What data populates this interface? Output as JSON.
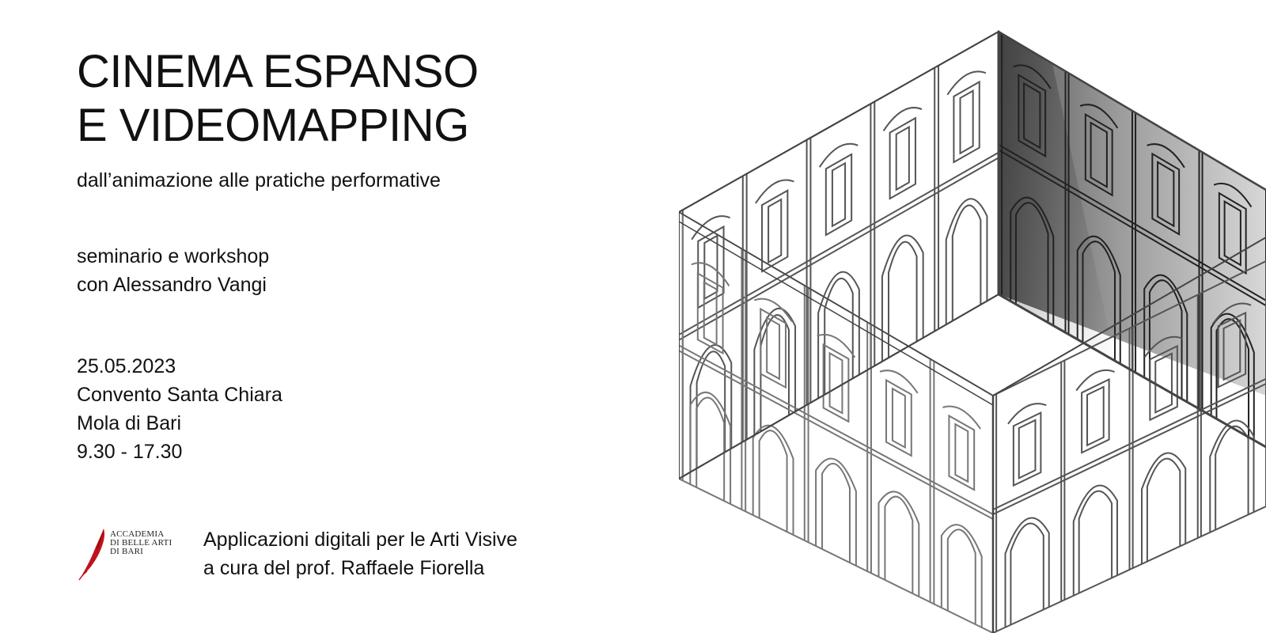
{
  "title": {
    "line1": "CINEMA ESPANSO",
    "line2": "E VIDEOMAPPING"
  },
  "subtitle": "dall’animazione alle pratiche performative",
  "seminar": {
    "line1": "seminario e workshop",
    "line2": "con Alessandro Vangi"
  },
  "event": {
    "date": "25.05.2023",
    "venue": "Convento Santa Chiara",
    "city": "Mola di Bari",
    "time": "9.30 - 17.30"
  },
  "logo": {
    "icon": "red-brushstroke-logo-icon",
    "line1": "ACCADEMIA",
    "line2": "DI BELLE ARTI",
    "line3": "DI BARI",
    "color": "#c0121b"
  },
  "course": {
    "line1": "Applicazioni digitali per le Arti Visive",
    "line2": "a cura del prof. Raffaele Fiorella"
  },
  "illustration": {
    "icon": "isometric-courtyard-facade-illustration"
  }
}
